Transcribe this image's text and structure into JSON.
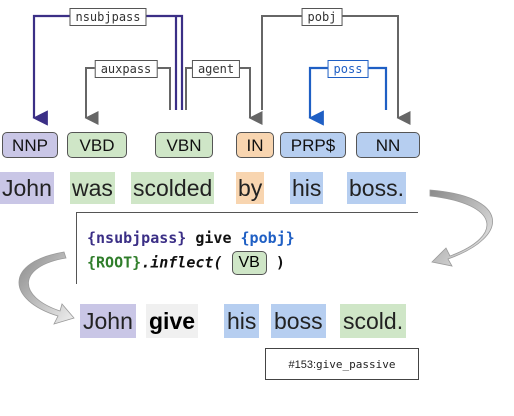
{
  "arcs": [
    {
      "label": "nsubjpass",
      "color": "#3b2f86"
    },
    {
      "label": "auxpass",
      "color": "#666666"
    },
    {
      "label": "agent",
      "color": "#666666"
    },
    {
      "label": "pobj",
      "color": "#666666"
    },
    {
      "label": "poss",
      "color": "#1f5fc4"
    }
  ],
  "tags": [
    "NNP",
    "VBD",
    "VBN",
    "IN",
    "PRP$",
    "NN"
  ],
  "words": [
    "John",
    "was",
    "scolded",
    "by",
    "his",
    "boss."
  ],
  "rule": {
    "line1": [
      "{nsubjpass}",
      "give",
      "{pobj}"
    ],
    "line2_root": "{ROOT}",
    "line2_method": ".inflect(",
    "line2_chip": "VB",
    "line2_close": ")"
  },
  "output": {
    "words": [
      "John",
      "give",
      "his",
      "boss",
      "scold."
    ]
  },
  "footnote": {
    "id": "#153:",
    "name": "give_passive"
  }
}
